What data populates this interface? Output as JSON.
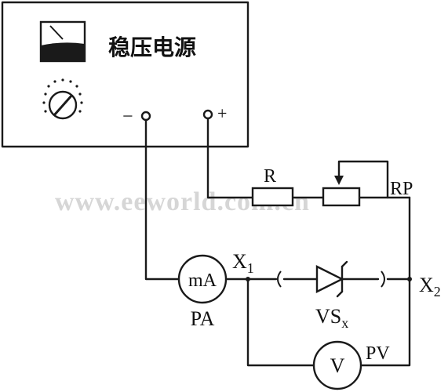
{
  "power_supply": {
    "title": "稳压电源",
    "minus": "−",
    "plus": "+"
  },
  "labels": {
    "resistor": "R",
    "potentiometer": "RP",
    "ammeter_symbol": "mA",
    "ammeter_name": "PA",
    "voltmeter_symbol": "V",
    "voltmeter_name": "PV",
    "node_1": "X",
    "node_1_sub": "1",
    "node_2": "X",
    "node_2_sub": "2",
    "diode": "VS",
    "diode_sub": "x"
  },
  "watermark": "www.eeworld.com.cn"
}
